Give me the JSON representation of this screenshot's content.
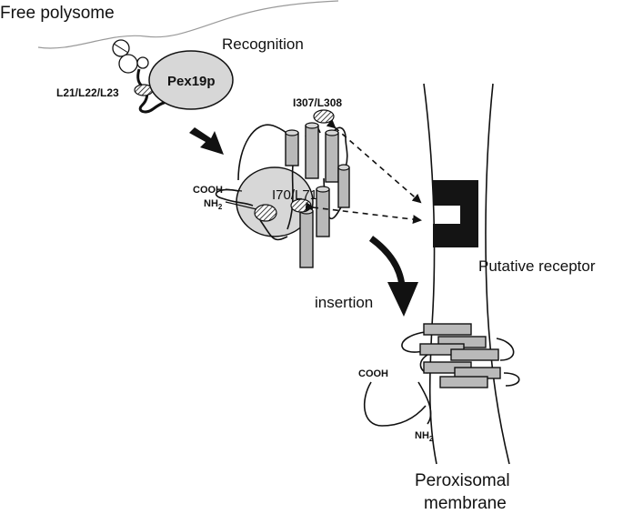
{
  "labels": {
    "free_polysome": "Free polysome",
    "recognition": "Recognition",
    "pex19p": "Pex19p",
    "mutation_n": "L21/L22/L23",
    "mutation_c": "I307/L308",
    "mutation_mid": "I70/L71",
    "cooh_top": "COOH",
    "nh2_top": "NH",
    "nh2_top_sub": "2",
    "putative_receptor": "Putative receptor",
    "insertion": "insertion",
    "cooh_bottom": "COOH",
    "nh2_bottom": "NH",
    "nh2_bottom_sub": "2",
    "membrane_line1": "Peroxisomal",
    "membrane_line2": "membrane"
  },
  "colors": {
    "pex19p_fill": "#d7d7d7",
    "helix_fill": "#b9b9b9",
    "receptor_fill": "#141414",
    "ink": "#111111"
  }
}
